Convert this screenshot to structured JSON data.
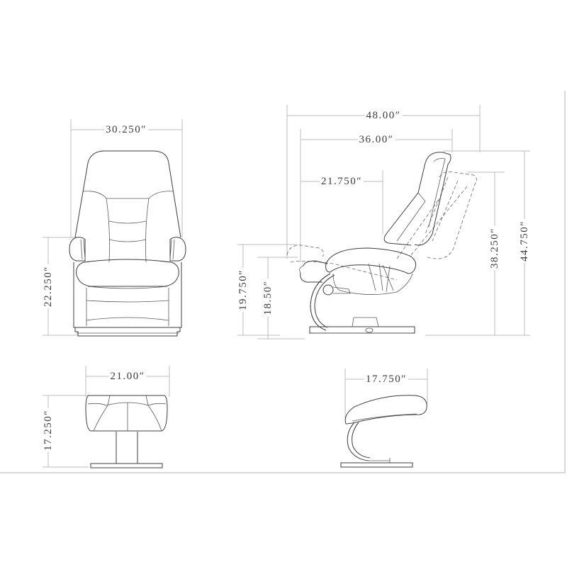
{
  "drawing": {
    "title": "Recliner chair and ottoman dimension drawing",
    "units": "inches",
    "line_color": "#3c3c3c",
    "dimension_line_color": "#bdbdbd",
    "views": {
      "chair_front": {
        "width_label": "30.250″",
        "seat_height_label": "22.250″"
      },
      "chair_side": {
        "reclined_depth_label": "48.00″",
        "upright_depth_label": "36.00″",
        "seat_depth_label": "21.750″",
        "arm_height_label": "19.750″",
        "seat_height_label": "18.50″",
        "reclined_height_label": "38.250″",
        "upright_height_label": "44.750″"
      },
      "ottoman_front": {
        "width_label": "21.00″",
        "height_label": "17.250″"
      },
      "ottoman_side": {
        "depth_label": "17.750″"
      }
    }
  }
}
